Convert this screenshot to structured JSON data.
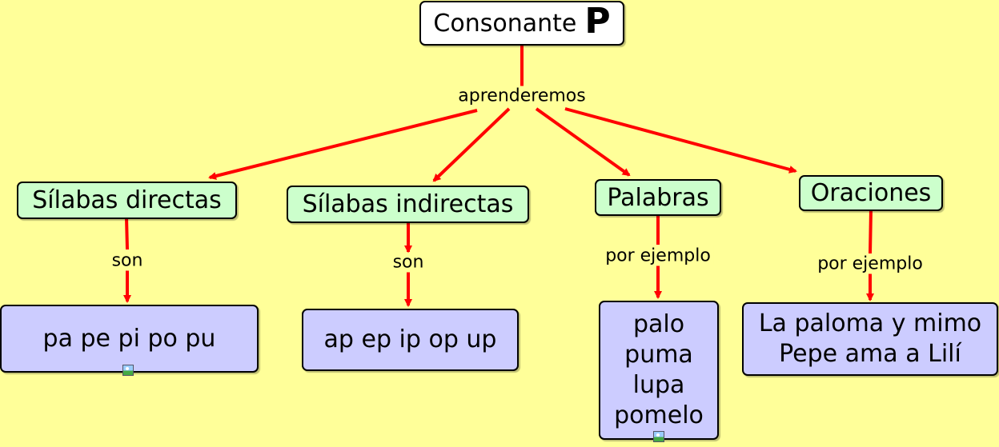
{
  "root": {
    "label": "Consonante",
    "letter": "P"
  },
  "link_root": "aprenderemos",
  "concepts": [
    {
      "label": "Sílabas directas",
      "link": "son",
      "example": "pa pe pi po pu"
    },
    {
      "label": "Sílabas indirectas",
      "link": "son",
      "example": "ap ep ip op up"
    },
    {
      "label": "Palabras",
      "link": "por ejemplo",
      "example_lines": [
        "palo",
        "puma",
        "lupa",
        "pomelo"
      ]
    },
    {
      "label": "Oraciones",
      "link": "por ejemplo",
      "example_lines": [
        "La paloma y mimo",
        "Pepe ama a Lilí"
      ]
    }
  ],
  "colors": {
    "background": "#ffff99",
    "arrow": "#ff0000",
    "root_fill": "#ffffff",
    "concept_fill": "#ccffcc",
    "example_fill": "#ccccff"
  },
  "icons": [
    "image-attachment-icon"
  ]
}
